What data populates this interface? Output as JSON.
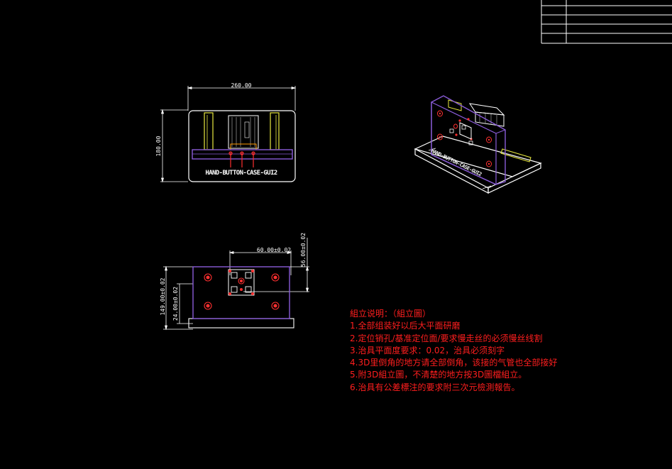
{
  "colors": {
    "background": "#000000",
    "outline": "#ffffff",
    "part_purple": "#8a5cd8",
    "part_yellow": "#e8e840",
    "hole_red": "#ff3030",
    "note_red": "#ff1e1e"
  },
  "front_view": {
    "width_label": "260.00",
    "height_label": "180.00",
    "engraving": "HAND-BUTTON-CASE-GUI2"
  },
  "top_view": {
    "pin_spacing_label": "60.00±0.02",
    "pin_offset_label": "56.00±0.02",
    "height_label": "149.00±0.02",
    "inner_label": "24.00±0.02"
  },
  "iso_view": {
    "engraving": "HAND-BUTTON-CASE-GUI2"
  },
  "notes": {
    "title": "組立说明：（組立圖）",
    "items": [
      "1.全部组装好以后大平面研磨",
      "2.定位销孔/基准定位面/要求慢走丝的必须慢丝线割",
      "3.治具平面度要求：0.02，治具必须刻字",
      "4.3D里倒角的地方请全部倒角，该接的气管也全部接好",
      "5.附3D組立圖，不清楚的地方按3D圖檔組立。",
      "6.治具有公差標注的要求附三次元檢測報告。"
    ]
  }
}
